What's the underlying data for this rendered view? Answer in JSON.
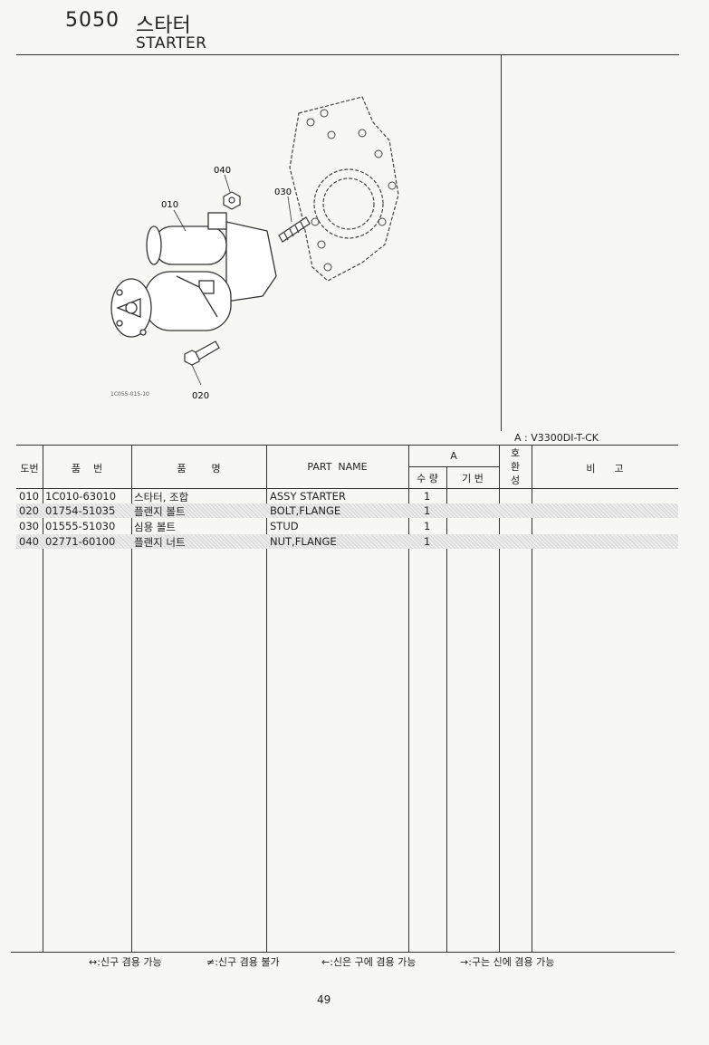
{
  "header": {
    "code": "5050",
    "title_ko": "스타터",
    "title_en": "STARTER"
  },
  "diagram": {
    "callouts": [
      "040",
      "010",
      "030",
      "020"
    ],
    "figure_id": "1C055-015-10"
  },
  "model_label": "A : V3300DI-T-CK",
  "table": {
    "headers": {
      "ref": "도번",
      "part_no": "품    번",
      "name_ko": "품        명",
      "part_name": "PART  NAME",
      "group_a": "A",
      "qty": "수 량",
      "base_no": "기 번",
      "interchange": [
        "호",
        "환",
        "성"
      ],
      "remarks": "비      고"
    },
    "rows": [
      {
        "ref": "010",
        "part_no": "1C010-63010",
        "name_ko": "스타터, 조합",
        "part_name": "ASSY STARTER",
        "qty": "1",
        "shaded": false
      },
      {
        "ref": "020",
        "part_no": "01754-51035",
        "name_ko": "플랜지 볼트",
        "part_name": "BOLT,FLANGE",
        "qty": "1",
        "shaded": true
      },
      {
        "ref": "030",
        "part_no": "01555-51030",
        "name_ko": "심용 볼트",
        "part_name": "STUD",
        "qty": "1",
        "shaded": false
      },
      {
        "ref": "040",
        "part_no": "02771-60100",
        "name_ko": "플랜지 너트",
        "part_name": "NUT,FLANGE",
        "qty": "1",
        "shaded": true
      }
    ]
  },
  "legend": [
    {
      "symbol": "↔",
      "text": ":신구 겸용 가능"
    },
    {
      "symbol": "≠",
      "text": ":신구 겸용 불가"
    },
    {
      "symbol": "←",
      "text": ":신은 구에 겸용 가능"
    },
    {
      "symbol": "→",
      "text": ":구는 신에 겸용 가능"
    }
  ],
  "page_number": "49"
}
